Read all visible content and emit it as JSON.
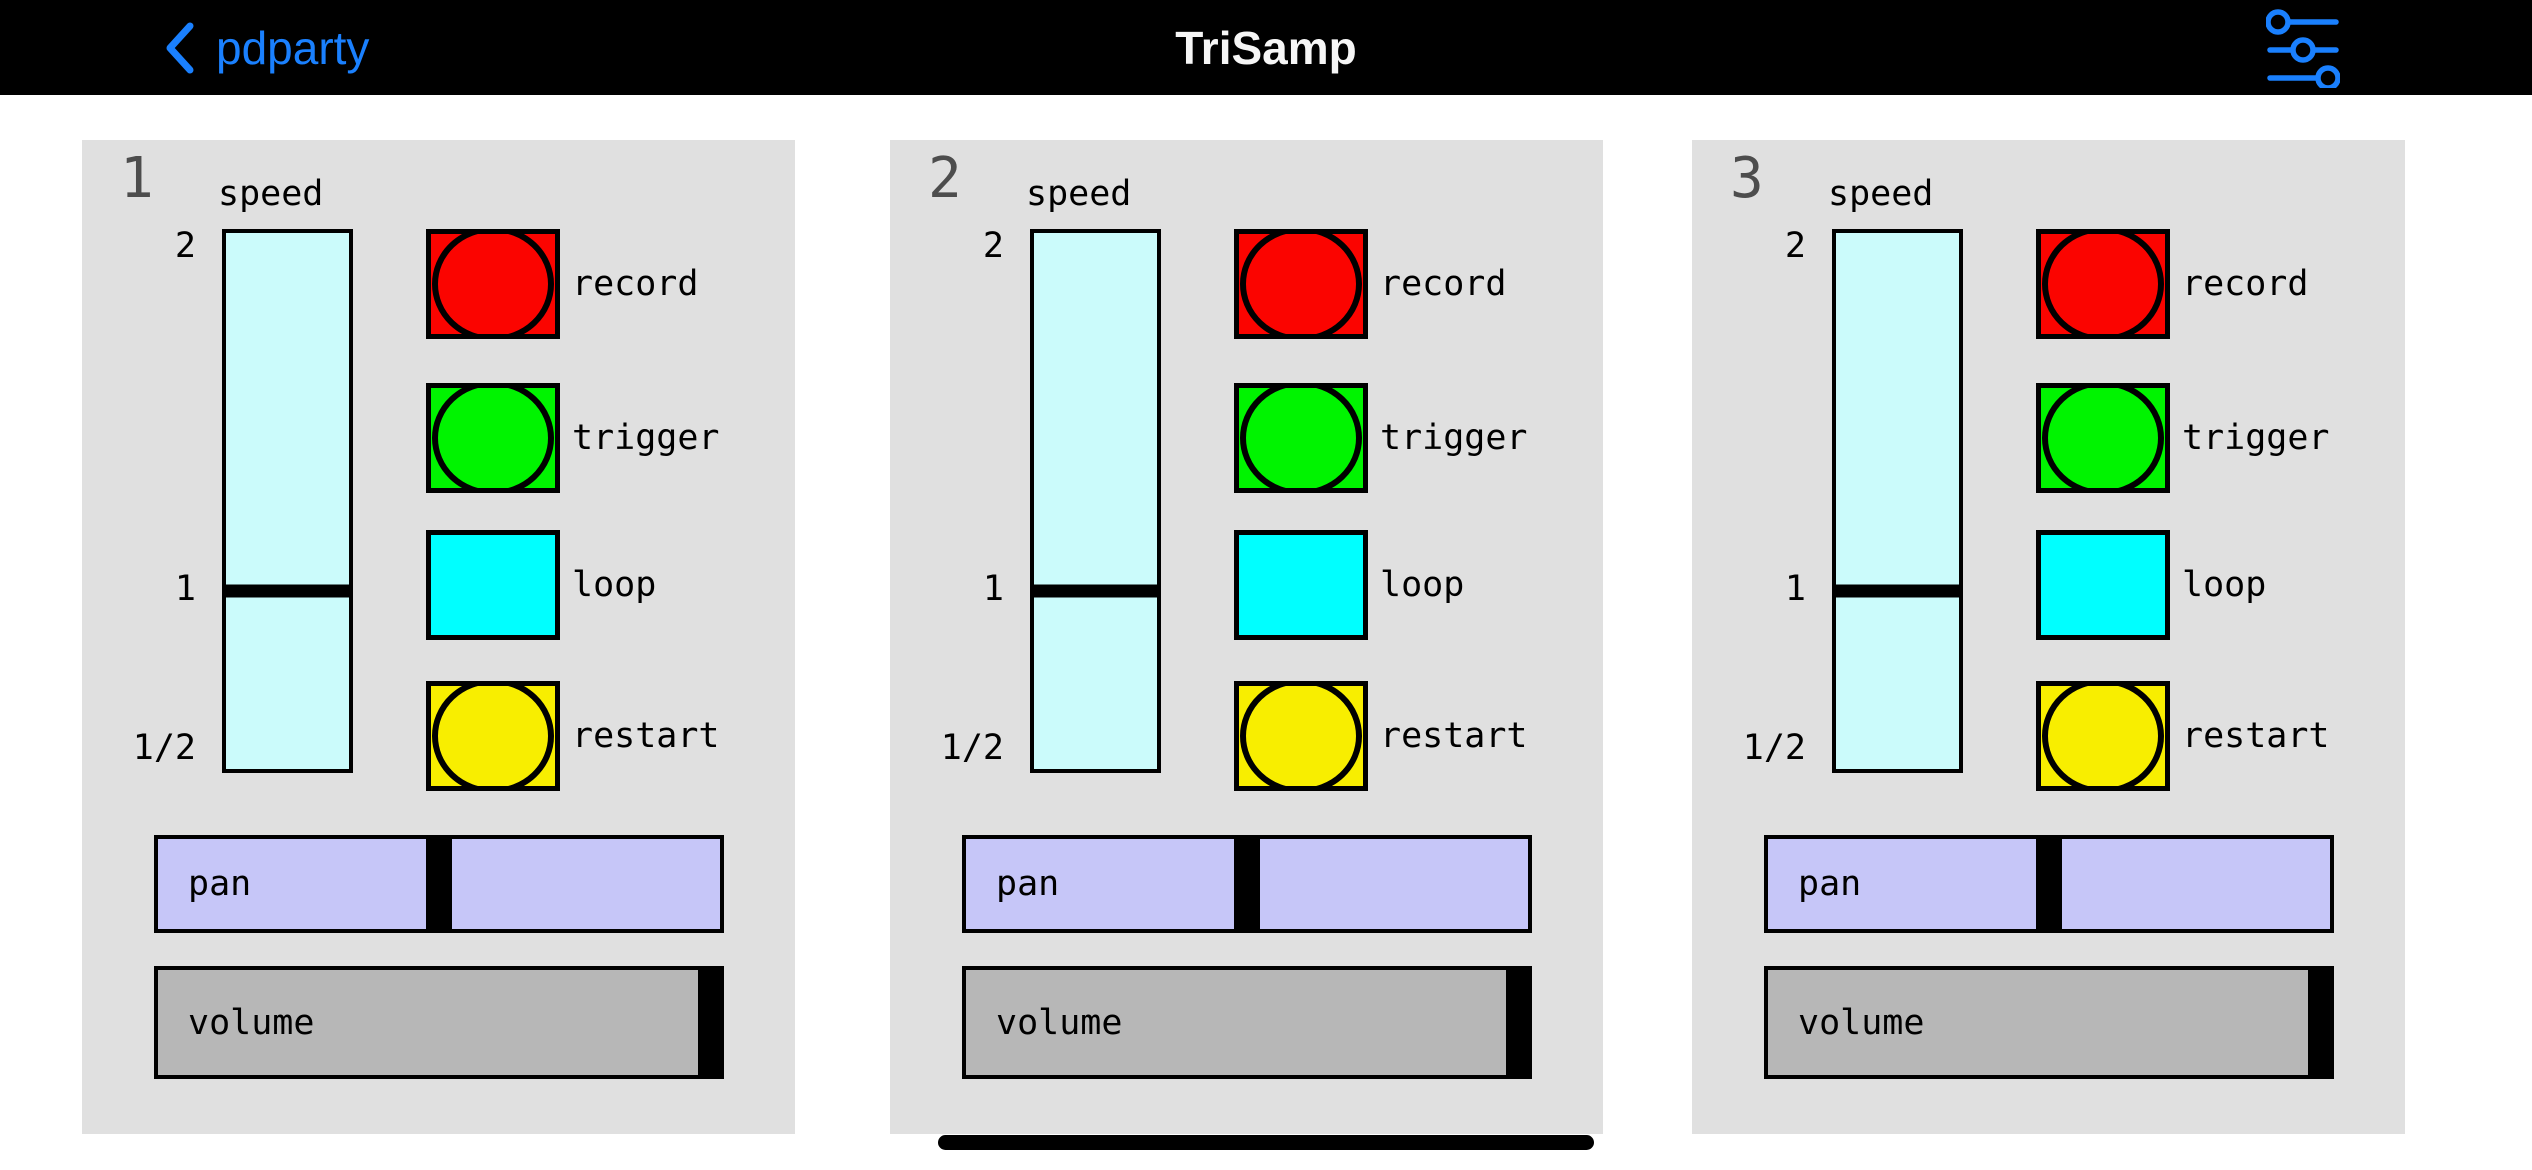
{
  "navbar": {
    "back_label": "pdparty",
    "title": "TriSamp",
    "accent_color": "#1a80fe",
    "bar_color": "#000000"
  },
  "colors": {
    "panel_bg": "#e0e0e0",
    "speed_fill": "#cbfbfb",
    "pan_fill": "#c6c6f8",
    "volume_fill": "#b7b7b7",
    "record_fill": "#fb0400",
    "trigger_fill": "#00f400",
    "loop_fill": "#00ffff",
    "restart_fill": "#f8ee00"
  },
  "panels": [
    {
      "number": "1",
      "speed": {
        "label": "speed",
        "tick_top": "2",
        "tick_mid": "1",
        "tick_bottom": "1/2",
        "value": "1",
        "handle_top": "66.8%"
      },
      "buttons": {
        "record": "record",
        "trigger": "trigger",
        "loop": "loop",
        "restart": "restart"
      },
      "pan": {
        "label": "pan",
        "handle_left": "50%"
      },
      "volume": {
        "label": "volume",
        "handle_left": "98.1%"
      }
    },
    {
      "number": "2",
      "speed": {
        "label": "speed",
        "tick_top": "2",
        "tick_mid": "1",
        "tick_bottom": "1/2",
        "value": "1",
        "handle_top": "66.8%"
      },
      "buttons": {
        "record": "record",
        "trigger": "trigger",
        "loop": "loop",
        "restart": "restart"
      },
      "pan": {
        "label": "pan",
        "handle_left": "50%"
      },
      "volume": {
        "label": "volume",
        "handle_left": "98.1%"
      }
    },
    {
      "number": "3",
      "speed": {
        "label": "speed",
        "tick_top": "2",
        "tick_mid": "1",
        "tick_bottom": "1/2",
        "value": "1",
        "handle_top": "66.8%"
      },
      "buttons": {
        "record": "record",
        "trigger": "trigger",
        "loop": "loop",
        "restart": "restart"
      },
      "pan": {
        "label": "pan",
        "handle_left": "50%"
      },
      "volume": {
        "label": "volume",
        "handle_left": "98.1%"
      }
    }
  ]
}
